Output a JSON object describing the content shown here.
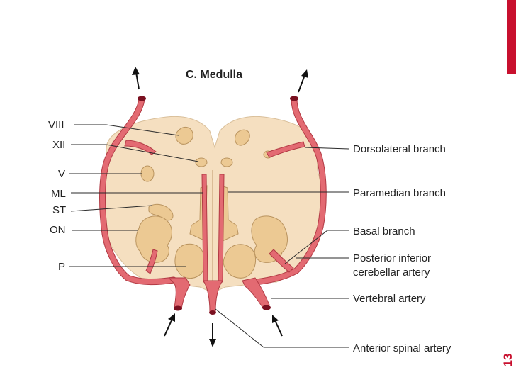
{
  "slide": {
    "number": "13",
    "accent_color": "#c8102e"
  },
  "diagram": {
    "title": "C. Medulla",
    "left_labels": [
      "VIII",
      "XII",
      "V",
      "ML",
      "ST",
      "ON",
      "P"
    ],
    "right_labels": {
      "dorsolateral": "Dorsolateral branch",
      "paramedian": "Paramedian branch",
      "basal": "Basal branch",
      "pica_line1": "Posterior inferior",
      "pica_line2": "cerebellar artery",
      "vertebral": "Vertebral artery",
      "anterior_spinal": "Anterior spinal artery"
    },
    "colors": {
      "tissue": "#f5dfc0",
      "nucleus": "#ecc993",
      "artery": "#e36a72",
      "artery_outline": "#b23a44",
      "vessel_lumen": "#7a1020"
    }
  }
}
